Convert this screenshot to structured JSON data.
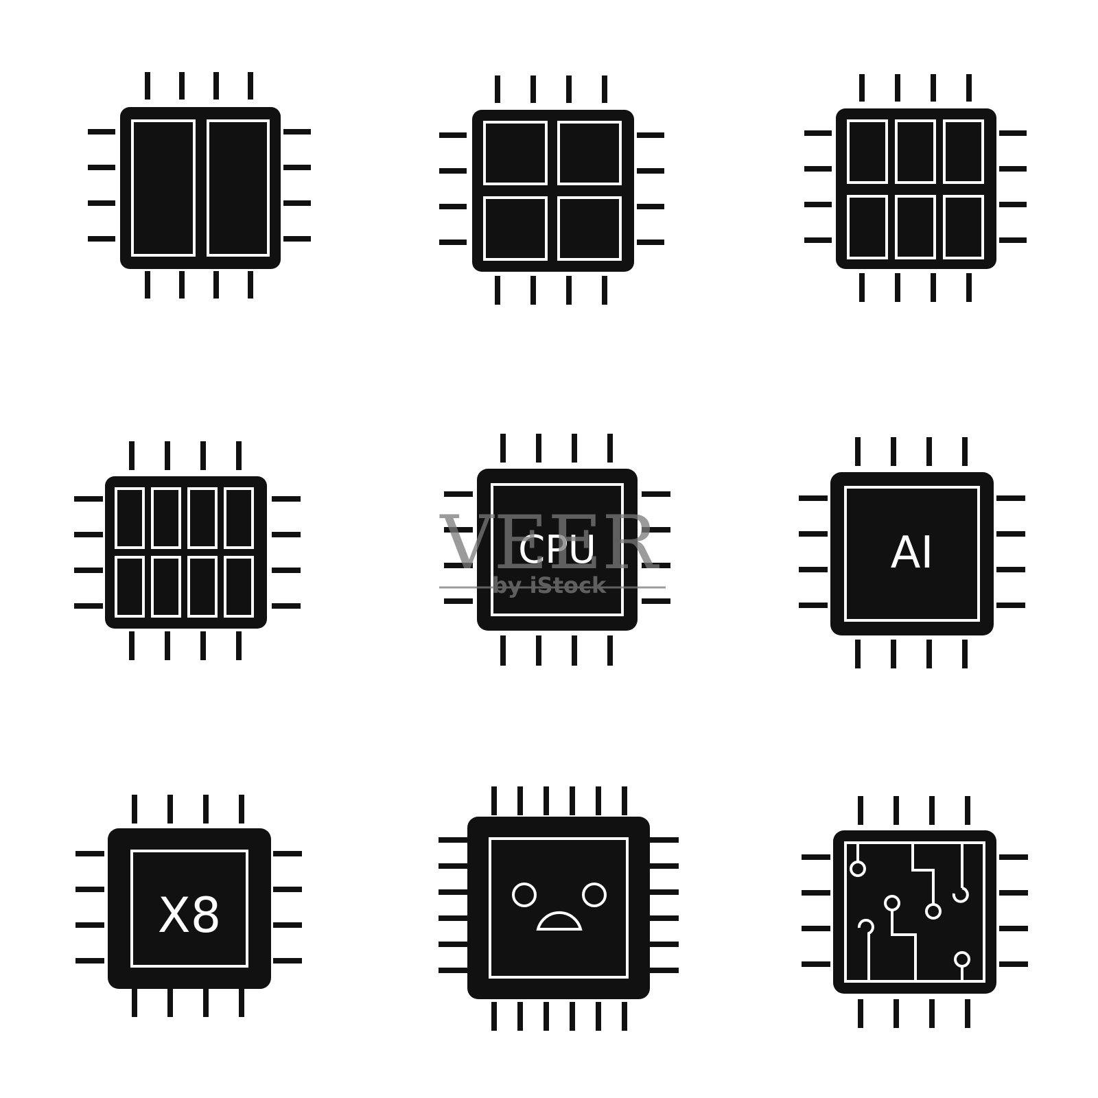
{
  "colors": {
    "background": "#ffffff",
    "ink": "#111111",
    "core": "#ffffff",
    "watermark": "#7a7a7a"
  },
  "icons": [
    {
      "name": "dual-core-processor-icon"
    },
    {
      "name": "quad-core-processor-icon"
    },
    {
      "name": "hexa-core-processor-icon"
    },
    {
      "name": "octa-core-processor-icon"
    },
    {
      "name": "cpu-processor-icon",
      "label": "CPU"
    },
    {
      "name": "ai-processor-icon",
      "label": "AI"
    },
    {
      "name": "x8-processor-icon",
      "label": "X8"
    },
    {
      "name": "sad-processor-icon"
    },
    {
      "name": "circuit-processor-icon"
    }
  ],
  "watermark": {
    "brand": "VEER",
    "tagline": "by iStock"
  }
}
